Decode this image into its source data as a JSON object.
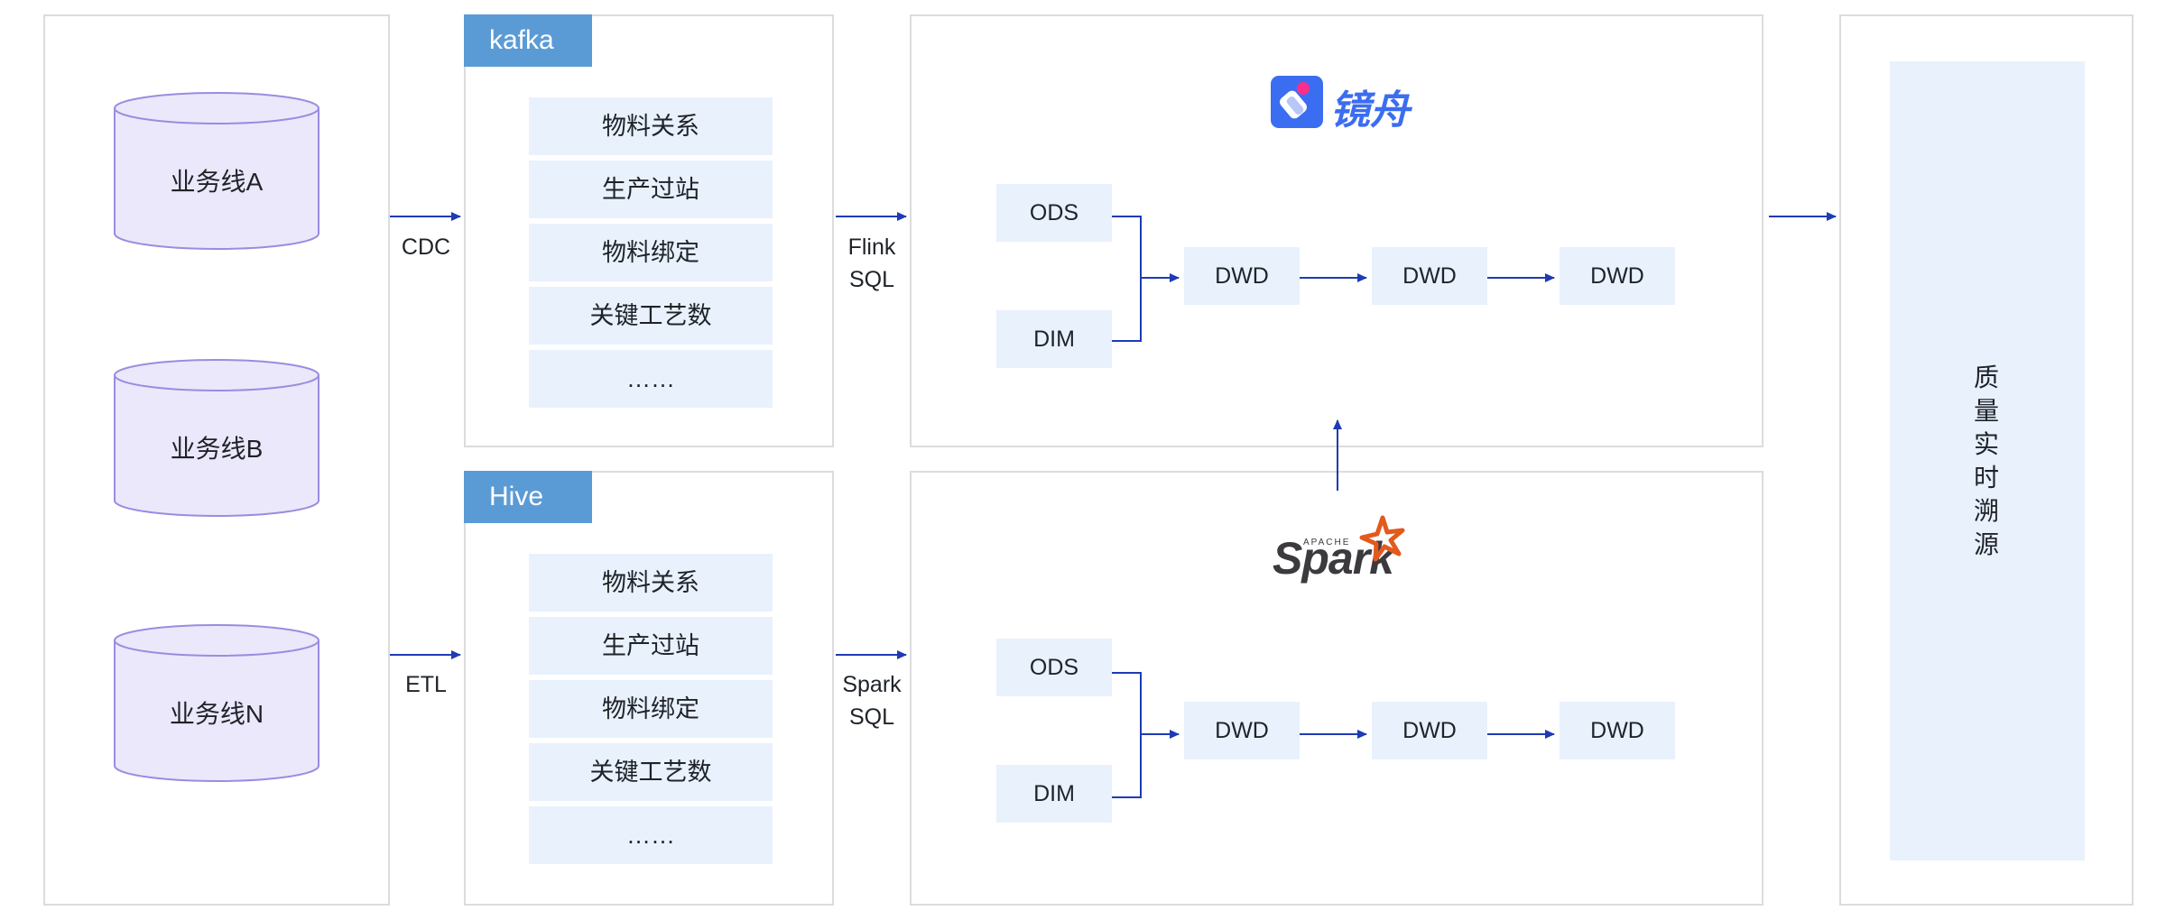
{
  "sources": [
    "业务线A",
    "业务线B",
    "业务线N"
  ],
  "edges": {
    "cdc": "CDC",
    "etl": "ETL",
    "flink_line1": "Flink",
    "flink_line2": "SQL",
    "spark_line1": "Spark",
    "spark_line2": "SQL"
  },
  "kafka": {
    "title": "kafka",
    "items": [
      "物料关系",
      "生产过站",
      "物料绑定",
      "关键工艺数",
      "……"
    ]
  },
  "hive": {
    "title": "Hive",
    "items": [
      "物料关系",
      "生产过站",
      "物料绑定",
      "关键工艺数",
      "……"
    ]
  },
  "realtime": {
    "logo_text": "镜舟",
    "nodes": {
      "ods": "ODS",
      "dim": "DIM",
      "dwd1": "DWD",
      "dwd2": "DWD",
      "dwd3": "DWD"
    }
  },
  "batch": {
    "logo_text": "Spark",
    "logo_small": "APACHE",
    "nodes": {
      "ods": "ODS",
      "dim": "DIM",
      "dwd1": "DWD",
      "dwd2": "DWD",
      "dwd3": "DWD"
    }
  },
  "target": {
    "label": "质量实时溯源"
  },
  "colors": {
    "accent": "#1e3bb5",
    "tag": "#5b9bd5",
    "box": "#e9f1fd",
    "cylinder_fill": "#ebe8fb",
    "cylinder_stroke": "#9a8ce0",
    "spark_star": "#e25a1c",
    "jingzhou_blue": "#3b6df0"
  },
  "icons": [
    "database-cylinder-icon",
    "jingzhou-logo-icon",
    "spark-logo-icon",
    "arrow-right-icon",
    "arrow-up-icon"
  ]
}
